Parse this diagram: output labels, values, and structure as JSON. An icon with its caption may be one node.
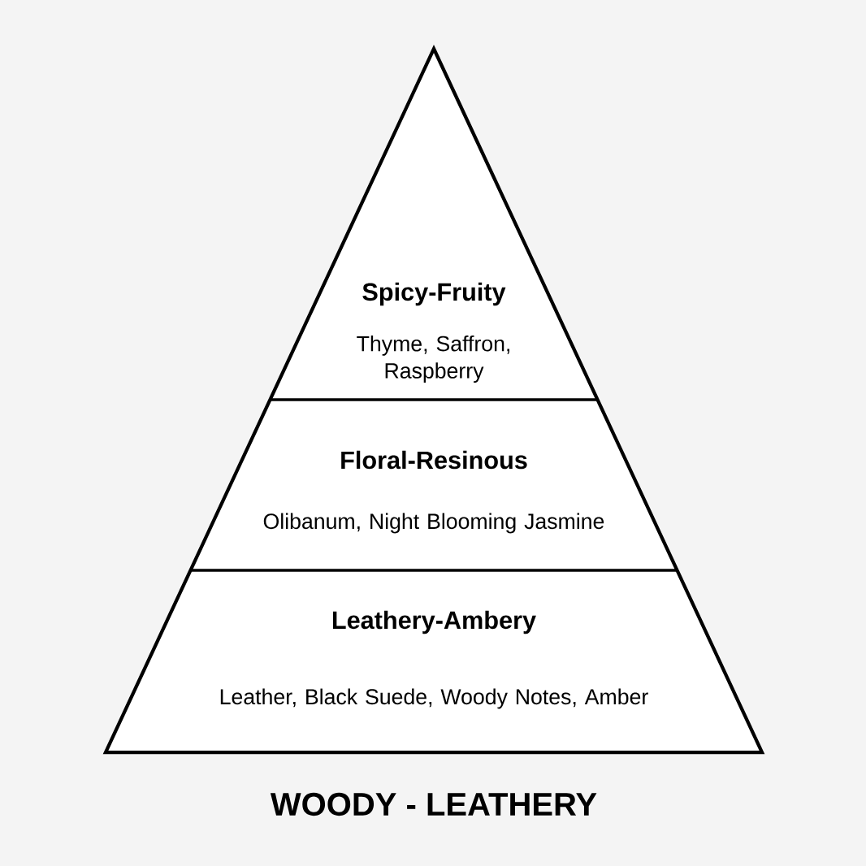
{
  "diagram": {
    "title": "WOODY - LEATHERY",
    "nodes": [
      {
        "text": [
          "Spicy-Fruity",
          "Thyme, Saffron, Raspberry"
        ]
      },
      {
        "text": [
          "Floral-Resinous",
          "Olibanum, Night Blooming Jasmine"
        ]
      },
      {
        "text": [
          "Leathery-Ambery",
          "Leather, Black Suede, Woody Notes, Amber"
        ]
      }
    ]
  }
}
